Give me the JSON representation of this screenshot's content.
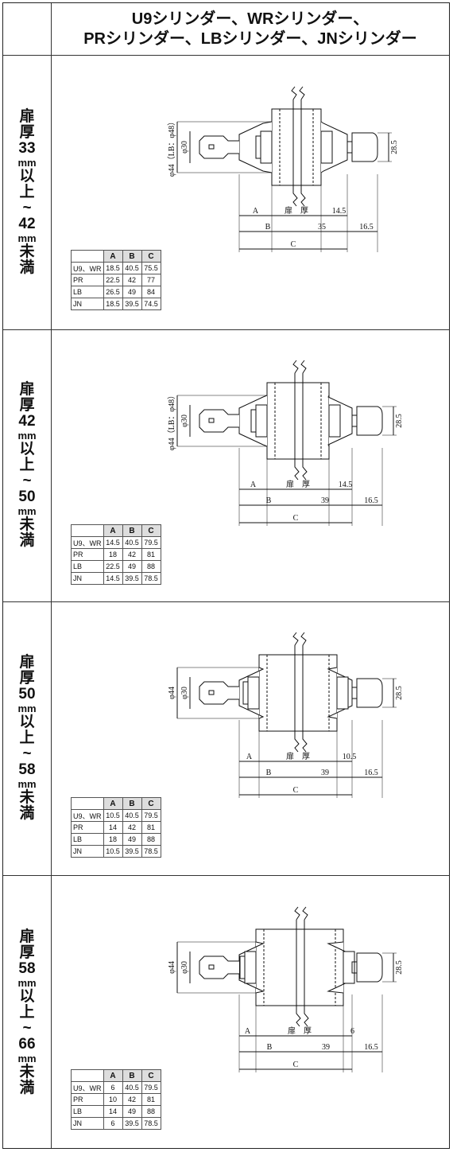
{
  "header": {
    "line1": "U9シリンダー、WRシリンダー、",
    "line2": "PRシリンダー、LBシリンダー、JNシリンダー"
  },
  "table_headers": [
    "A",
    "B",
    "C"
  ],
  "label_common": {
    "door": "扉厚",
    "door_chars": [
      "扉",
      "厚"
    ],
    "mm": "mm",
    "ge": "以上",
    "ge_chars": [
      "以",
      "上"
    ],
    "tilde": "~",
    "lt": "未満",
    "lt_chars": [
      "未",
      "満"
    ]
  },
  "sections": [
    {
      "range_from": "33",
      "range_to": "42",
      "dims": {
        "dia_outer": "φ44（LB：φ48）",
        "dia_inner": "φ30",
        "height": "28.5",
        "a": "A",
        "door": "扉　厚",
        "right_a": "14.5",
        "b": "B",
        "b_right": "35",
        "c": "C",
        "c_right": "16.5"
      },
      "table": [
        {
          "name": "U9、WR",
          "a": "18.5",
          "b": "40.5",
          "c": "75.5"
        },
        {
          "name": "PR",
          "a": "22.5",
          "b": "42",
          "c": "77"
        },
        {
          "name": "LB",
          "a": "26.5",
          "b": "49",
          "c": "84"
        },
        {
          "name": "JN",
          "a": "18.5",
          "b": "39.5",
          "c": "74.5"
        }
      ]
    },
    {
      "range_from": "42",
      "range_to": "50",
      "dims": {
        "dia_outer": "φ44（LB：φ48）",
        "dia_inner": "φ30",
        "height": "28.5",
        "a": "A",
        "door": "扉　厚",
        "right_a": "14.5",
        "b": "B",
        "b_right": "39",
        "c": "C",
        "c_right": "16.5"
      },
      "table": [
        {
          "name": "U9、WR",
          "a": "14.5",
          "b": "40.5",
          "c": "79.5"
        },
        {
          "name": "PR",
          "a": "18",
          "b": "42",
          "c": "81"
        },
        {
          "name": "LB",
          "a": "22.5",
          "b": "49",
          "c": "88"
        },
        {
          "name": "JN",
          "a": "14.5",
          "b": "39.5",
          "c": "78.5"
        }
      ]
    },
    {
      "range_from": "50",
      "range_to": "58",
      "dims": {
        "dia_outer": "φ44",
        "dia_inner": "φ30",
        "height": "28.5",
        "a": "A",
        "door": "扉　厚",
        "right_a": "10.5",
        "b": "B",
        "b_right": "39",
        "c": "C",
        "c_right": "16.5"
      },
      "table": [
        {
          "name": "U9、WR",
          "a": "10.5",
          "b": "40.5",
          "c": "79.5"
        },
        {
          "name": "PR",
          "a": "14",
          "b": "42",
          "c": "81"
        },
        {
          "name": "LB",
          "a": "18",
          "b": "49",
          "c": "88"
        },
        {
          "name": "JN",
          "a": "10.5",
          "b": "39.5",
          "c": "78.5"
        }
      ]
    },
    {
      "range_from": "58",
      "range_to": "66",
      "dims": {
        "dia_outer": "φ44",
        "dia_inner": "φ30",
        "height": "28.5",
        "a": "A",
        "door": "扉　厚",
        "right_a": "6",
        "b": "B",
        "b_right": "39",
        "c": "C",
        "c_right": "16.5"
      },
      "table": [
        {
          "name": "U9、WR",
          "a": "6",
          "b": "40.5",
          "c": "79.5"
        },
        {
          "name": "PR",
          "a": "10",
          "b": "42",
          "c": "81"
        },
        {
          "name": "LB",
          "a": "14",
          "b": "49",
          "c": "88"
        },
        {
          "name": "JN",
          "a": "6",
          "b": "39.5",
          "c": "78.5"
        }
      ]
    }
  ]
}
